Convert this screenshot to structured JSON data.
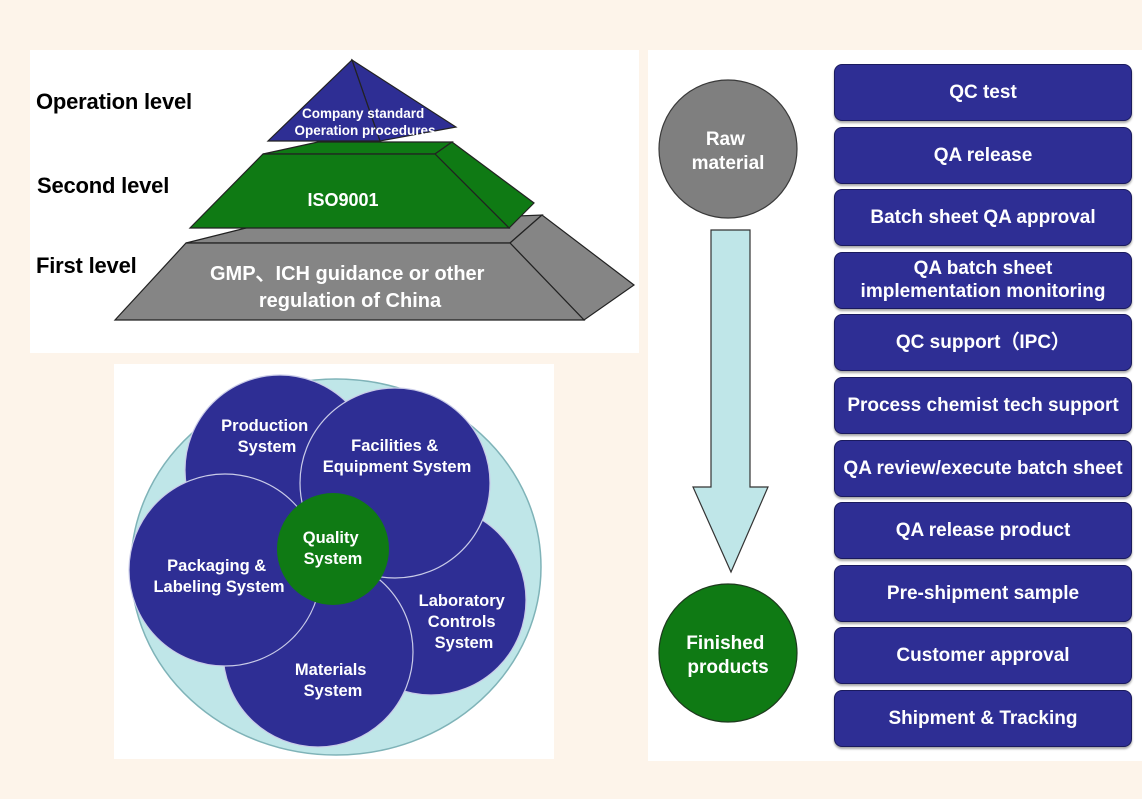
{
  "pyramid": {
    "levels": [
      {
        "label": "Operation level",
        "content_lines": [
          "Company standard",
          "Operation procedures"
        ],
        "color": "#2e2e94"
      },
      {
        "label": "Second level",
        "content_lines": [
          "ISO9001"
        ],
        "color": "#0f7a14"
      },
      {
        "label": "First level",
        "content_lines": [
          "GMP、ICH guidance or other",
          "regulation of China"
        ],
        "color": "#858585"
      }
    ]
  },
  "systems": {
    "outer_color": "#bfe6e8",
    "circle_color": "#2e2e94",
    "center": {
      "lines": [
        "Quality",
        "System"
      ],
      "color": "#0f7a14"
    },
    "items": [
      {
        "id": "production",
        "lines": [
          "Production",
          "System"
        ]
      },
      {
        "id": "packaging",
        "lines": [
          "Packaging &",
          "Labeling System"
        ]
      },
      {
        "id": "materials",
        "lines": [
          "Materials",
          "System"
        ]
      },
      {
        "id": "laboratory",
        "lines": [
          "Laboratory",
          "Controls",
          "System"
        ]
      },
      {
        "id": "facilities",
        "lines": [
          "Facilities &",
          "Equipment System"
        ]
      }
    ]
  },
  "flow": {
    "start": {
      "lines": [
        "Raw",
        "material"
      ],
      "color": "#7f7f7f"
    },
    "end": {
      "lines": [
        "Finished",
        "products"
      ],
      "color": "#0f7a14"
    },
    "arrow_color": "#bfe6e8",
    "steps": [
      "QC test",
      "QA release",
      "Batch sheet QA approval",
      "QA batch sheet implementation monitoring",
      "QC support（IPC）",
      "Process chemist tech support",
      "QA review/execute batch sheet",
      "QA release product",
      "Pre-shipment sample",
      "Customer approval",
      "Shipment & Tracking"
    ]
  }
}
